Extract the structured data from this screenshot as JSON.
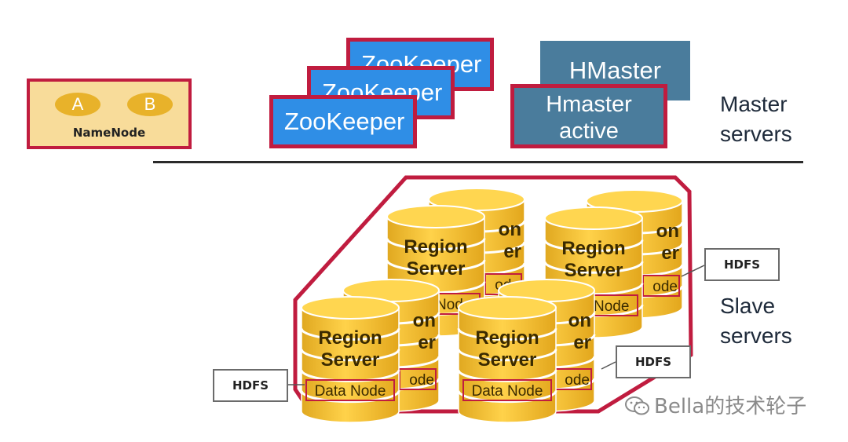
{
  "namenode": {
    "label": "NameNode",
    "node_a": "A",
    "node_b": "B"
  },
  "zookeeper": {
    "labels": [
      "ZooKeeper",
      "ZooKeeper",
      "ZooKeeper"
    ]
  },
  "hmaster": {
    "backup_label": "HMaster",
    "active_line1": "Hmaster",
    "active_line2": "active"
  },
  "labels": {
    "master_line1": "Master",
    "master_line2": "servers",
    "slave_line1": "Slave",
    "slave_line2": "servers"
  },
  "cluster": {
    "region_line1": "Region",
    "region_line2": "Server",
    "data_node": "Data Node",
    "back_fragment_line1": "on",
    "back_fragment_line2": "er",
    "back_fragment_datanode": "ode"
  },
  "hdfs": {
    "label": "HDFS"
  },
  "watermark": {
    "text": "Bella的技术轮子"
  },
  "colors": {
    "frame_red": "#c01c3f",
    "zookeeper_blue": "#2f8ee6",
    "hmaster_steel": "#4a7c9c",
    "cylinder_gold": "#f2bf2c",
    "namenode_fill": "#f8dc9a"
  }
}
